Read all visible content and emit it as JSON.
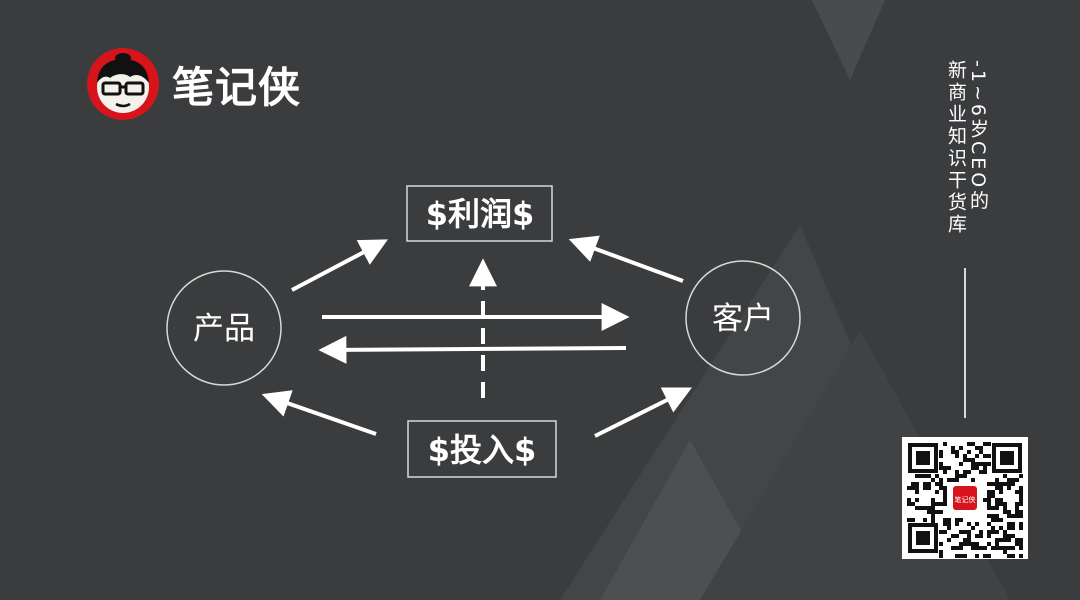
{
  "brand": {
    "name": "笔记侠",
    "accent": "#d7141b",
    "qr_badge": "笔记侠"
  },
  "tagline": [
    "-1~6岁CEO的",
    "新商业知识干货库"
  ],
  "diagram": {
    "nodes": {
      "left": "产品",
      "right": "客户",
      "top": "$利润$",
      "bottom": "$投入$"
    },
    "edges": [
      {
        "from": "产品",
        "to": "$利润$",
        "style": "solid"
      },
      {
        "from": "客户",
        "to": "$利润$",
        "style": "solid"
      },
      {
        "from": "产品",
        "to": "客户",
        "style": "solid"
      },
      {
        "from": "客户",
        "to": "产品",
        "style": "solid"
      },
      {
        "from": "$投入$",
        "to": "$利润$",
        "style": "dashed"
      },
      {
        "from": "$投入$",
        "to": "产品",
        "style": "solid"
      },
      {
        "from": "$投入$",
        "to": "客户",
        "style": "solid"
      }
    ]
  },
  "colors": {
    "background": "#3b3c3e",
    "line": "#ffffff"
  }
}
